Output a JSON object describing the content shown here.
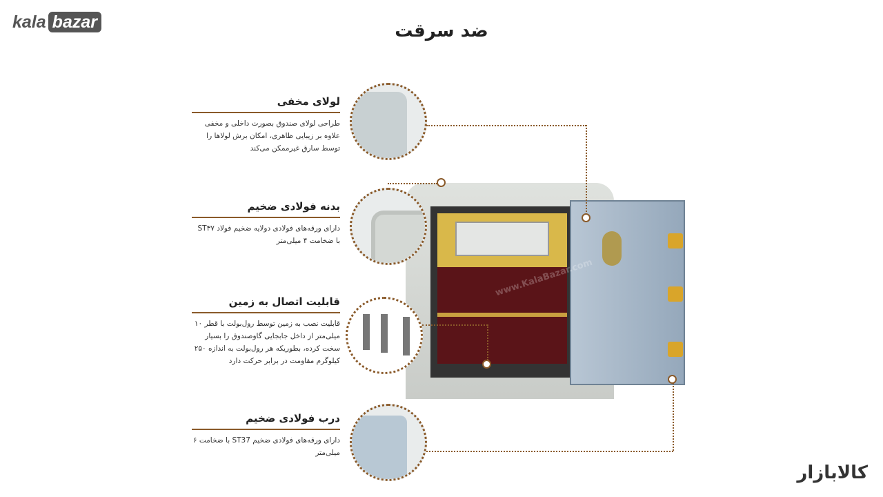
{
  "brand": {
    "logo_left_a": "kala",
    "logo_left_b": "bazar",
    "logo_right": "کالابازار",
    "watermark": "www.KalaBazar.com"
  },
  "title": "ضد سرقت",
  "features": [
    {
      "heading": "لولای مخفی",
      "text": "طراحی لولای صندوق بصورت داخلی و مخفی علاوه بر زیبایی ظاهری، امکان برش لولاها را توسط سارق غیرممکن می‌کند"
    },
    {
      "heading": "بدنه فولادی ضخیم",
      "text": "دارای ورقه‌های فولادی دولایه ضخیم فولاد ST۳۷ با ضخامت ۴ میلی‌متر"
    },
    {
      "heading": "قابلیت اتصال به زمین",
      "text": "قابلیت نصب به زمین توسط رول‌بولت با قطر ۱۰ میلی‌متر از داخل جابجایی گاوصندوق را بسیار سخت کرده، بطوریکه هر رول‌بولت به اندازه ۲۵۰ کیلوگرم مقاومت در برابر حرکت دارد"
    },
    {
      "heading": "درب فولادی ضخیم",
      "text": "دارای ورقه‌های فولادی ضخیم ST37 با ضخامت ۶ میلی‌متر"
    }
  ],
  "colors": {
    "accent": "#8a5a2a",
    "body": "#d9dcd8",
    "door": "#a9b9c8",
    "interior": "#5a1418",
    "gold": "#d9b84a"
  }
}
